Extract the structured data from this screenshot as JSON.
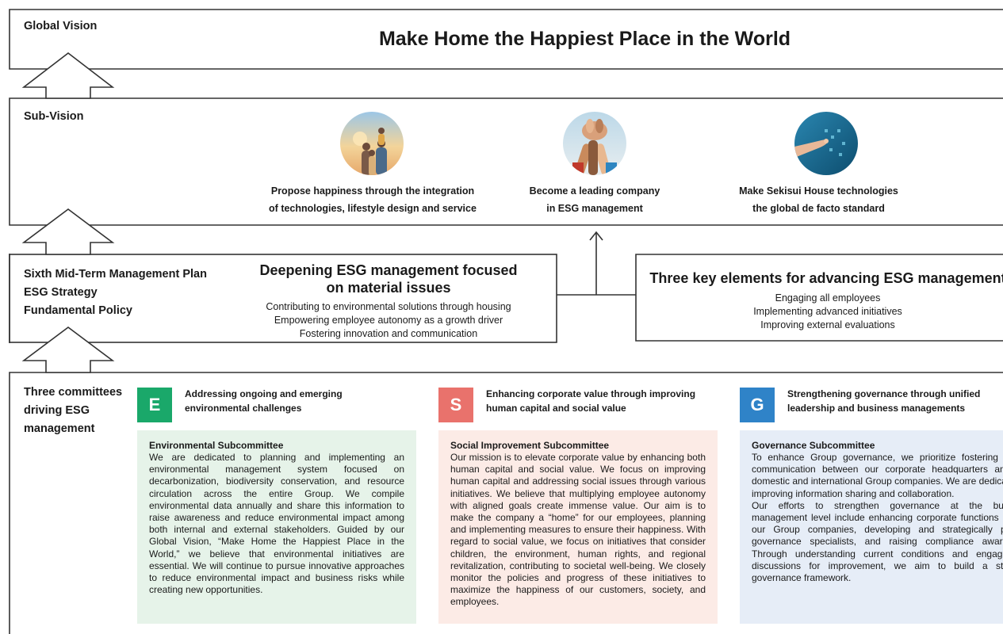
{
  "global_vision": {
    "label": "Global Vision",
    "title": "Make Home the Happiest Place in the World"
  },
  "sub_vision": {
    "label": "Sub-Vision",
    "items": [
      {
        "line1": "Propose happiness through the integration",
        "line2": "of technologies, lifestyle design and service",
        "image": "family-photo"
      },
      {
        "line1": "Become a leading company",
        "line2": "in ESG management",
        "image": "high-five-photo"
      },
      {
        "line1": "Make Sekisui House technologies",
        "line2": "the global de facto standard",
        "image": "technology-photo"
      }
    ]
  },
  "plan": {
    "label_lines": [
      "Sixth Mid-Term Management Plan",
      "ESG Strategy",
      "Fundamental Policy"
    ],
    "left_box": {
      "title": "Deepening ESG management focused\non material issues",
      "lines": [
        "Contributing to environmental solutions through housing",
        "Empowering employee autonomy as a growth driver",
        "Fostering innovation and communication"
      ]
    },
    "right_box": {
      "title": "Three key elements for advancing ESG management",
      "lines": [
        "Engaging all employees",
        "Implementing advanced initiatives",
        "Improving external evaluations"
      ]
    }
  },
  "committees": {
    "label": "Three committees\ndriving ESG\nmanagement",
    "items": [
      {
        "letter": "E",
        "heading": "Addressing ongoing and emerging\nenvironmental challenges",
        "subcommittee": "Environmental Subcommittee",
        "body": "We are dedicated to planning and implementing an environmental management system focused on decarbonization, biodiversity conservation, and resource circulation across the entire Group. We compile environmental data annually and share this information to raise awareness and reduce environmental impact among both internal and external stakeholders. Guided by our Global Vision, “Make Home the Happiest Place in the World,” we believe that environmental initiatives are essential. We will continue to pursue innovative approaches to reduce environmental impact and business risks while creating new opportunities.",
        "badge_color": "#1aa86a",
        "panel_color": "#e6f3e9"
      },
      {
        "letter": "S",
        "heading": "Enhancing corporate value through improving\nhuman capital and social value",
        "subcommittee": "Social Improvement Subcommittee",
        "body": "Our mission is to elevate corporate value by enhancing both human capital and social value. We focus on improving human capital and addressing social issues through various initiatives. We believe that multiplying employee autonomy with aligned goals create immense value. Our aim is to make the company a “home” for our employees, planning and implementing measures to ensure their happiness. With regard to social value, we focus on initiatives that consider children, the environment, human rights, and regional revitalization, contributing to societal well-being. We closely monitor the policies and progress of these initiatives to maximize the happiness of our customers, society, and employees.",
        "badge_color": "#e9726c",
        "panel_color": "#fcebe6"
      },
      {
        "letter": "G",
        "heading": "Strengthening governance through unified\nleadership and business managements",
        "subcommittee": "Governance Subcommittee",
        "body": "To enhance Group governance, we prioritize fostering robust communication between our corporate headquarters and our domestic and international Group companies. We are dedicated to improving information sharing and collaboration.\nOur efforts to strengthen governance at the business management level include enhancing corporate functions across our Group companies, developing and strategically placing governance specialists, and raising compliance awareness. Through understanding current conditions and engaging in discussions for improvement, we aim to build a stronger governance framework.",
        "badge_color": "#2f83c8",
        "panel_color": "#e6edf7"
      }
    ]
  }
}
